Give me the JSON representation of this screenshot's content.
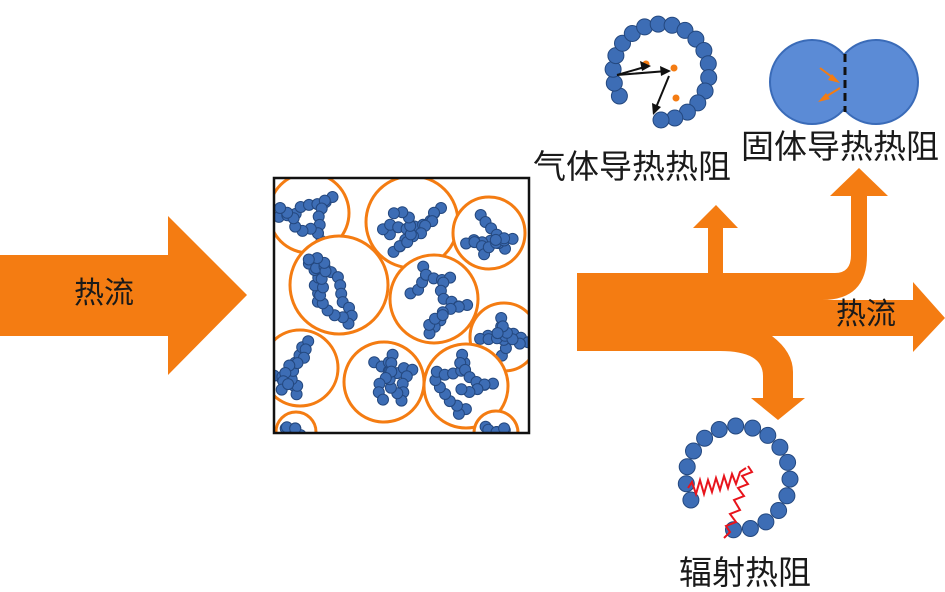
{
  "labels": {
    "heat_flow_in": "热流",
    "heat_flow_out": "热流",
    "gas_resistance": "气体导热热阻",
    "solid_resistance": "固体导热热阻",
    "radiation_resistance": "辐射热阻"
  },
  "colors": {
    "arrow_orange": "#F47C12",
    "particle_blue": "#3D6DB5",
    "particle_edge": "#24487F",
    "solid_blue": "#5B8BD6",
    "radiation_red": "#E8141C",
    "dot_orange": "#F47C12"
  },
  "icons": [
    "heat-flow-arrow",
    "aerogel-microstructure",
    "gas-molecule-collision",
    "solid-contact-neck",
    "radiation-wave"
  ]
}
